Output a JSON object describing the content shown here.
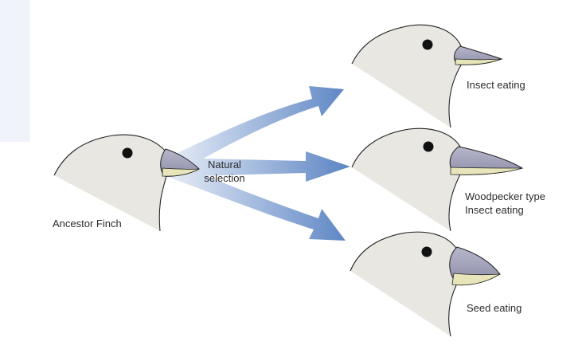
{
  "diagram": {
    "ancestor_label": "Ancestor Finch",
    "process_label_line1": "Natural",
    "process_label_line2": "selection",
    "descendants": [
      {
        "label_line1": "Insect eating",
        "label_line2": ""
      },
      {
        "label_line1": "Woodpecker type",
        "label_line2": "Insect eating"
      },
      {
        "label_line1": "Seed eating",
        "label_line2": ""
      }
    ]
  },
  "colors": {
    "bird_fill": "#e9e7e2",
    "bird_stroke": "#222222",
    "beak_upper": "#9b9bb4",
    "beak_lower": "#e7e5b9",
    "arrow_start": "#e9eef7",
    "arrow_end": "#5b84c4",
    "left_band": "#f1f3fb"
  }
}
